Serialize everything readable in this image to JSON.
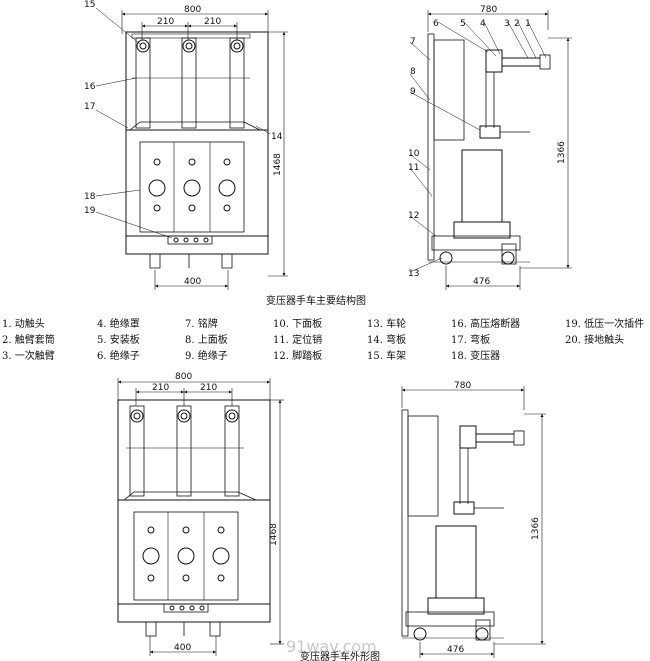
{
  "top_front": {
    "dim_total": "800",
    "dim_left": "210",
    "dim_right": "210",
    "dim_height": "1468",
    "dim_bottom": "400",
    "callouts": [
      "15",
      "16",
      "17",
      "14",
      "18",
      "19"
    ]
  },
  "top_side": {
    "dim_total": "780",
    "dim_height": "1366",
    "dim_bottom": "476",
    "callouts_top": [
      "6",
      "5",
      "4",
      "3",
      "2",
      "1"
    ],
    "callouts_left": [
      "7",
      "8",
      "9",
      "10",
      "11",
      "12",
      "13"
    ]
  },
  "caption_top": "变压器手车主要结构图",
  "legend": [
    [
      "1. 动触头",
      "4. 绝缘罩",
      "7. 铭牌",
      "10. 下面板",
      "13. 车轮",
      "16. 高压熔断器",
      "19. 低压一次插件"
    ],
    [
      "2. 触臂套筒",
      "5. 安装板",
      "8. 上面板",
      "11. 定位销",
      "14. 弯板",
      "17. 弯板",
      "20. 接地触头"
    ],
    [
      "3. 一次触臂",
      "6. 绝缘子",
      "9. 绝缘子",
      "12. 脚踏板",
      "15. 车架",
      "18. 变压器",
      ""
    ]
  ],
  "bottom_front": {
    "dim_total": "800",
    "dim_left": "210",
    "dim_right": "210",
    "dim_height": "1468",
    "dim_bottom": "400"
  },
  "bottom_side": {
    "dim_total": "780",
    "dim_height": "1366",
    "dim_bottom": "476"
  },
  "caption_bottom": "变压器手车外形图",
  "watermark": "91wav.com"
}
